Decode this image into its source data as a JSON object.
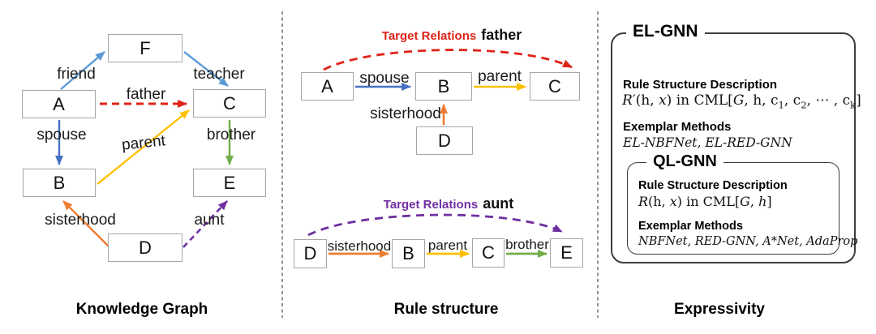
{
  "nodes": {
    "A": "A",
    "B": "B",
    "C": "C",
    "D": "D",
    "E": "E",
    "F": "F"
  },
  "relations": {
    "friend": "friend",
    "teacher": "teacher",
    "father": "father",
    "spouse": "spouse",
    "parent": "parent",
    "brother": "brother",
    "sisterhood": "sisterhood",
    "aunt": "aunt"
  },
  "rules": {
    "father": {
      "prefix": "Target Relations",
      "relation": "father"
    },
    "aunt": {
      "prefix": "Target Relations",
      "relation": "aunt"
    }
  },
  "captions": {
    "knowledge_graph": "Knowledge Graph",
    "rule_structure": "Rule structure",
    "expressivity": "Expressivity"
  },
  "el_gnn": {
    "title": "EL-GNN",
    "rule_heading": "Rule Structure Description",
    "formula": [
      {
        "s": "i",
        "t": "R′"
      },
      {
        "s": "n",
        "t": "(h, "
      },
      {
        "s": "i",
        "t": "x"
      },
      {
        "s": "n",
        "t": ") in CML["
      },
      {
        "s": "i",
        "t": "G"
      },
      {
        "s": "n",
        "t": ", h, c"
      },
      {
        "s": "sub",
        "t": "1"
      },
      {
        "s": "n",
        "t": ", c"
      },
      {
        "s": "sub",
        "t": "2"
      },
      {
        "s": "n",
        "t": ", ⋯ , c"
      },
      {
        "s": "sub",
        "t": "k"
      },
      {
        "s": "n",
        "t": "]"
      }
    ],
    "methods_heading": "Exemplar Methods",
    "methods": "EL-NBFNet, EL-RED-GNN"
  },
  "ql_gnn": {
    "title": "QL-GNN",
    "rule_heading": "Rule Structure Description",
    "formula": [
      {
        "s": "i",
        "t": "R"
      },
      {
        "s": "n",
        "t": "(h, "
      },
      {
        "s": "i",
        "t": "x"
      },
      {
        "s": "n",
        "t": ") in CML["
      },
      {
        "s": "i",
        "t": "G"
      },
      {
        "s": "n",
        "t": ", "
      },
      {
        "s": "i",
        "t": "h"
      },
      {
        "s": "n",
        "t": "]"
      }
    ],
    "methods_heading": "Exemplar Methods",
    "methods": "NBFNet, RED-GNN, A*Net, AdaProp"
  },
  "colors": {
    "lightblue": "#5B9BD5",
    "blue": "#4472C4",
    "red": "#DE2418",
    "yellow": "#FFC000",
    "green": "#70AD47",
    "orange": "#ED7D31",
    "purple": "#7030A0",
    "divider": "#777777",
    "node_border": "#A6A6A6"
  }
}
